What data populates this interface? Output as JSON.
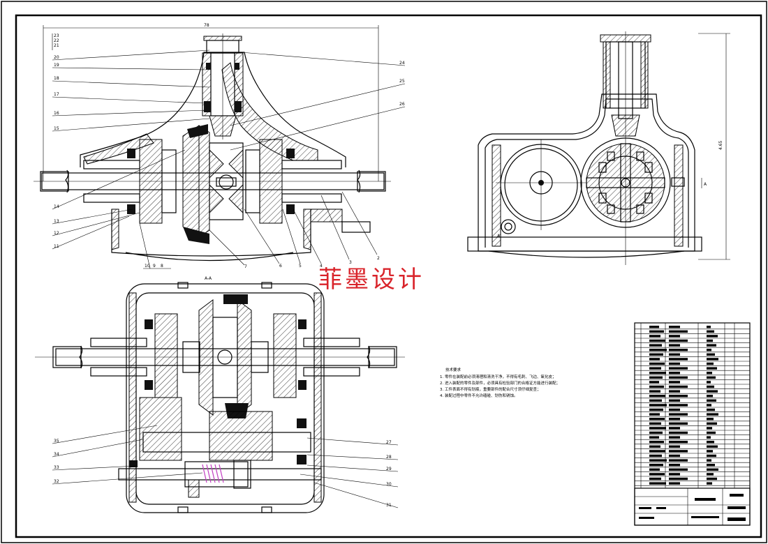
{
  "watermark": "菲墨设计",
  "section_label": "A-A",
  "view_arrow_label": "A",
  "dims": {
    "top_width": "78",
    "right_height": "4.65"
  },
  "top_view_callouts_left": [
    "23",
    "22",
    "21",
    "20",
    "19",
    "18",
    "17",
    "16",
    "15",
    "14",
    "13",
    "12",
    "11"
  ],
  "top_view_callouts_right": [
    "24",
    "25",
    "26"
  ],
  "top_view_callouts_bottom": [
    "10",
    "9",
    "8",
    "7",
    "6",
    "5",
    "4",
    "3",
    "2"
  ],
  "section_callouts_left": [
    "35",
    "34",
    "33",
    "32"
  ],
  "section_callouts_right": [
    "27",
    "28",
    "29",
    "30",
    "31"
  ],
  "tech_notes": {
    "title": "技术要求",
    "items": [
      "1. 零件在装配前必须清理和清洗干净，不得有毛刺、飞边、氧化皮；",
      "2. 进入装配的零件及部件，必须具有检验部门的合格证方能进行装配；",
      "3. 工件表面不得有划痕，重要部件的配合尺寸须仔细复查；",
      "4. 装配过程中零件不允许磕碰、划伤和锈蚀。"
    ]
  }
}
